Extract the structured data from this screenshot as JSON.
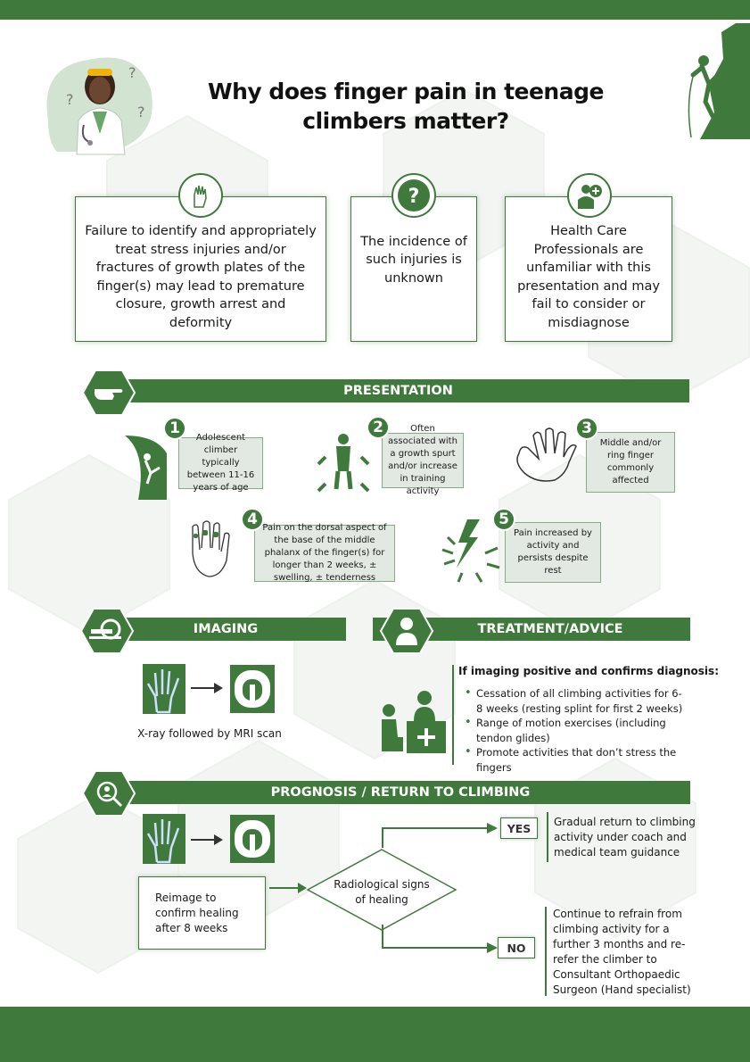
{
  "title": "Why does finger pain in teenage climbers matter?",
  "cards": [
    {
      "text": "Failure to identify and appropriately treat stress injuries and/or fractures of growth plates of the finger(s) may lead to premature closure, growth arrest and deformity",
      "icon": "hand-icon"
    },
    {
      "text": "The incidence of such injuries is unknown",
      "icon": "question-icon"
    },
    {
      "text": "Health Care Professionals are unfamiliar with this presentation and may fail to consider or misdiagnose",
      "icon": "doctor-icon"
    }
  ],
  "presentation": {
    "heading": "PRESENTATION",
    "items": [
      {
        "num": "1",
        "text": "Adolescent climber typically between 11-16 years of age"
      },
      {
        "num": "2",
        "text": "Often associated with a growth spurt and/or increase in training activity"
      },
      {
        "num": "3",
        "text": "Middle and/or ring finger commonly affected"
      },
      {
        "num": "4",
        "text": "Pain on the dorsal aspect of the base of the middle phalanx of the finger(s) for longer than 2 weeks, ± swelling, ± tenderness"
      },
      {
        "num": "5",
        "text": "Pain increased by activity and persists despite rest"
      }
    ]
  },
  "imaging": {
    "heading": "IMAGING",
    "caption": "X-ray followed by MRI scan"
  },
  "treatment": {
    "heading": "TREATMENT/ADVICE",
    "intro": "If imaging positive and confirms diagnosis:",
    "bullets": [
      "Cessation of all climbing activities for 6-8 weeks (resting splint for first 2 weeks)",
      "Range of motion exercises (including tendon glides)",
      "Promote activities that don’t stress the fingers"
    ]
  },
  "prognosis": {
    "heading": "PROGNOSIS / RETURN TO CLIMBING",
    "reimage": "Reimage to confirm healing after 8 weeks",
    "decision": "Radiological signs of healing",
    "yes_label": "YES",
    "yes_text": "Gradual return to climbing activity under coach and medical team guidance",
    "no_label": "NO",
    "no_text": "Continue to refrain from climbing activity for a further 3 months and re-refer the climber to Consultant Orthopaedic Surgeon (Hand specialist)"
  },
  "colors": {
    "primary": "#3f7a3c",
    "light": "#e2e9e2"
  }
}
